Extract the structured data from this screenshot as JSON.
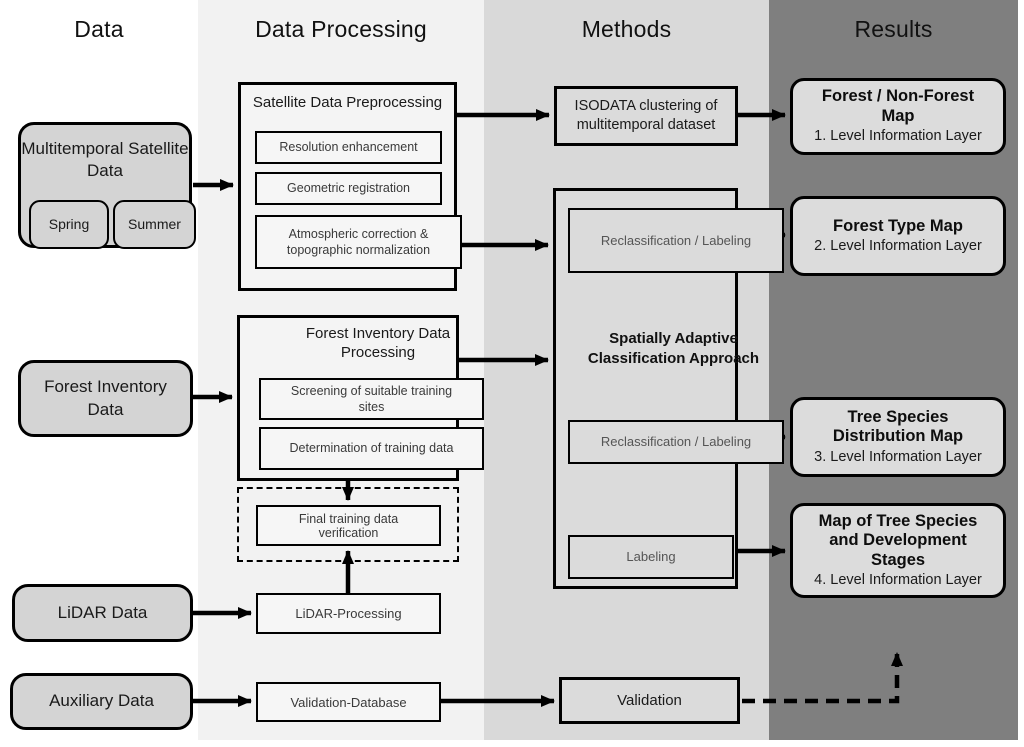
{
  "headers": {
    "data": "Data",
    "processing": "Data Processing",
    "methods": "Methods",
    "results": "Results"
  },
  "data_sources": {
    "multitemporal": {
      "label": "Multitemporal Satellite Data",
      "seasons": [
        "Spring",
        "Summer"
      ]
    },
    "forest_inventory": {
      "label": "Forest Inventory Data"
    },
    "lidar": {
      "label": "LiDAR Data"
    },
    "auxiliary": {
      "label": "Auxiliary Data"
    }
  },
  "processing": {
    "satellite_preprocessing": {
      "title": "Satellite Data Preprocessing",
      "steps": [
        "Resolution enhancement",
        "Geometric registration",
        "Atmospheric correction & topographic normalization"
      ]
    },
    "forest_inventory_processing": {
      "title": "Forest Inventory Data Processing",
      "steps": [
        "Screening of suitable training sites",
        "Determination of training data"
      ]
    },
    "final_training_verification": {
      "label": "Final training data verification"
    },
    "lidar_processing": {
      "label": "LiDAR-Processing"
    },
    "validation_database": {
      "label": "Validation-Database"
    }
  },
  "methods": {
    "isodata": {
      "label": "ISODATA clustering of multitemporal dataset"
    },
    "spatially_adaptive": {
      "title": "Spatially Adaptive Classification Approach",
      "sub_steps": [
        "Reclassification / Labeling",
        "Reclassification / Labeling",
        "Labeling"
      ]
    },
    "validation": {
      "label": "Validation"
    }
  },
  "results": {
    "items": [
      {
        "title": "Forest / Non-Forest Map",
        "subtitle": "1. Level Information Layer"
      },
      {
        "title": "Forest Type Map",
        "subtitle": "2. Level Information Layer"
      },
      {
        "title": "Tree Species Distribution Map",
        "subtitle": "3. Level Information Layer"
      },
      {
        "title": "Map of Tree Species and Development Stages",
        "subtitle": "4. Level Information Layer"
      }
    ]
  },
  "connections": [
    {
      "from": "multitemporal-satellite-data",
      "to": "satellite-data-preprocessing",
      "style": "solid"
    },
    {
      "from": "satellite-data-preprocessing",
      "to": "isodata-clustering",
      "style": "solid"
    },
    {
      "from": "isodata-clustering",
      "to": "forest-non-forest-map",
      "style": "solid"
    },
    {
      "from": "satellite-data-preprocessing",
      "to": "reclassification-labeling-1",
      "style": "solid"
    },
    {
      "from": "reclassification-labeling-1",
      "to": "forest-type-map",
      "style": "solid"
    },
    {
      "from": "forest-inventory-data",
      "to": "forest-inventory-data-processing",
      "style": "solid"
    },
    {
      "from": "forest-inventory-data-processing",
      "to": "spatially-adaptive-classification",
      "style": "solid"
    },
    {
      "from": "forest-inventory-data-processing",
      "to": "final-training-data-verification",
      "style": "solid"
    },
    {
      "from": "lidar-processing",
      "to": "final-training-data-verification",
      "style": "solid"
    },
    {
      "from": "lidar-data",
      "to": "lidar-processing",
      "style": "solid"
    },
    {
      "from": "reclassification-labeling-2",
      "to": "tree-species-distribution-map",
      "style": "solid"
    },
    {
      "from": "labeling",
      "to": "map-of-tree-species-and-development-stages",
      "style": "solid"
    },
    {
      "from": "auxiliary-data",
      "to": "validation-database",
      "style": "solid"
    },
    {
      "from": "validation-database",
      "to": "validation",
      "style": "solid"
    },
    {
      "from": "validation",
      "to": "map-of-tree-species-and-development-stages",
      "style": "dashed"
    }
  ],
  "colors": {
    "data_column_bg": "#ffffff",
    "processing_column_bg": "#f2f2f2",
    "methods_column_bg": "#d9d9d9",
    "results_column_bg": "#7f7f7f",
    "data_box_fill": "#d4d4d4",
    "processing_box_fill": "#f6f6f6",
    "methods_box_fill": "#dbdbdb",
    "results_box_fill": "#dcdcdc",
    "line": "#000000"
  }
}
